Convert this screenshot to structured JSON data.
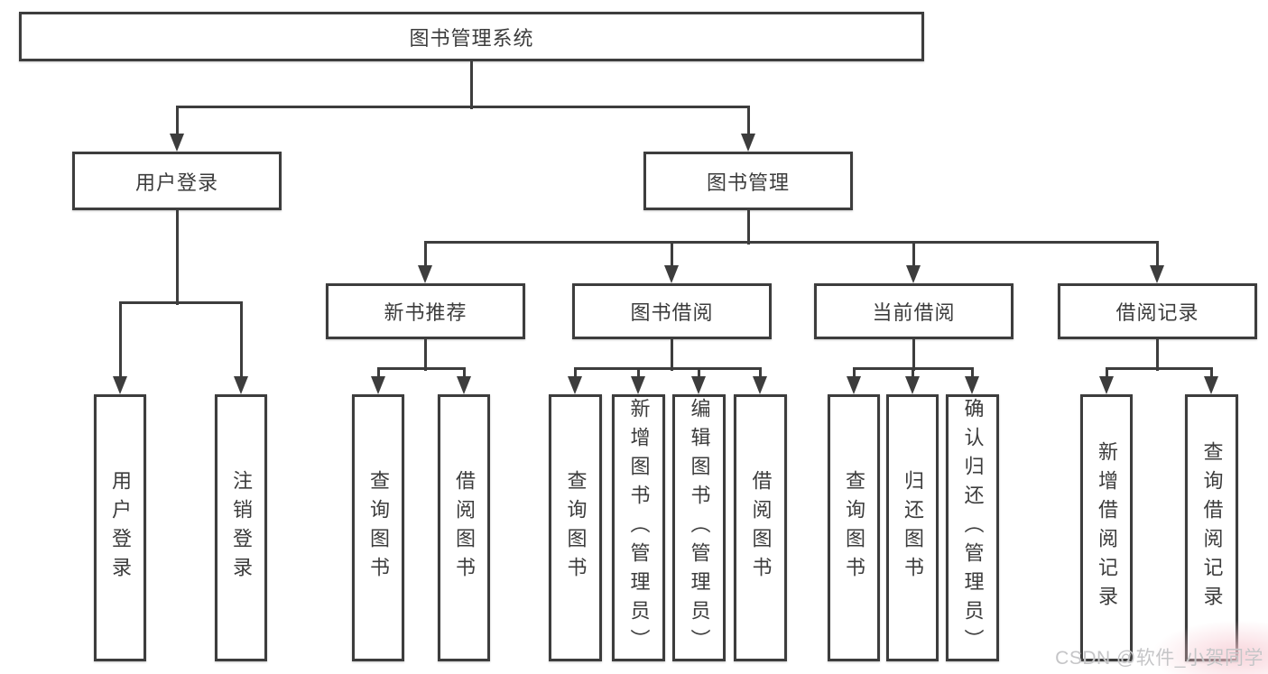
{
  "diagram": {
    "line_color": "#3d3d3d",
    "text_color": "#3c3c3c",
    "nodes": [
      {
        "id": "root",
        "label": "图书管理系统",
        "orientation": "horizontal"
      },
      {
        "id": "login",
        "label": "用户登录",
        "orientation": "horizontal"
      },
      {
        "id": "mgmt",
        "label": "图书管理",
        "orientation": "horizontal"
      },
      {
        "id": "rec",
        "label": "新书推荐",
        "orientation": "horizontal"
      },
      {
        "id": "bor",
        "label": "图书借阅",
        "orientation": "horizontal"
      },
      {
        "id": "cur",
        "label": "当前借阅",
        "orientation": "horizontal"
      },
      {
        "id": "recd",
        "label": "借阅记录",
        "orientation": "horizontal"
      },
      {
        "id": "login-user",
        "label": "用户登录",
        "orientation": "vertical"
      },
      {
        "id": "login-logout",
        "label": "注销登录",
        "orientation": "vertical"
      },
      {
        "id": "rec-query",
        "label": "查询图书",
        "orientation": "vertical"
      },
      {
        "id": "rec-borrow",
        "label": "借阅图书",
        "orientation": "vertical"
      },
      {
        "id": "bor-query",
        "label": "查询图书",
        "orientation": "vertical"
      },
      {
        "id": "bor-add",
        "label": "新增图书（管理员）",
        "orientation": "vertical"
      },
      {
        "id": "bor-edit",
        "label": "编辑图书（管理员）",
        "orientation": "vertical"
      },
      {
        "id": "bor-borrow",
        "label": "借阅图书",
        "orientation": "vertical"
      },
      {
        "id": "cur-query",
        "label": "查询图书",
        "orientation": "vertical"
      },
      {
        "id": "cur-return",
        "label": "归还图书",
        "orientation": "vertical"
      },
      {
        "id": "cur-confirm",
        "label": "确认归还（管理员）",
        "orientation": "vertical"
      },
      {
        "id": "recd-add",
        "label": "新增借阅记录",
        "orientation": "vertical"
      },
      {
        "id": "recd-query",
        "label": "查询借阅记录",
        "orientation": "vertical"
      }
    ]
  },
  "watermark": {
    "text": "CSDN @软件_小贺同学",
    "color": "#c5c5c7"
  }
}
